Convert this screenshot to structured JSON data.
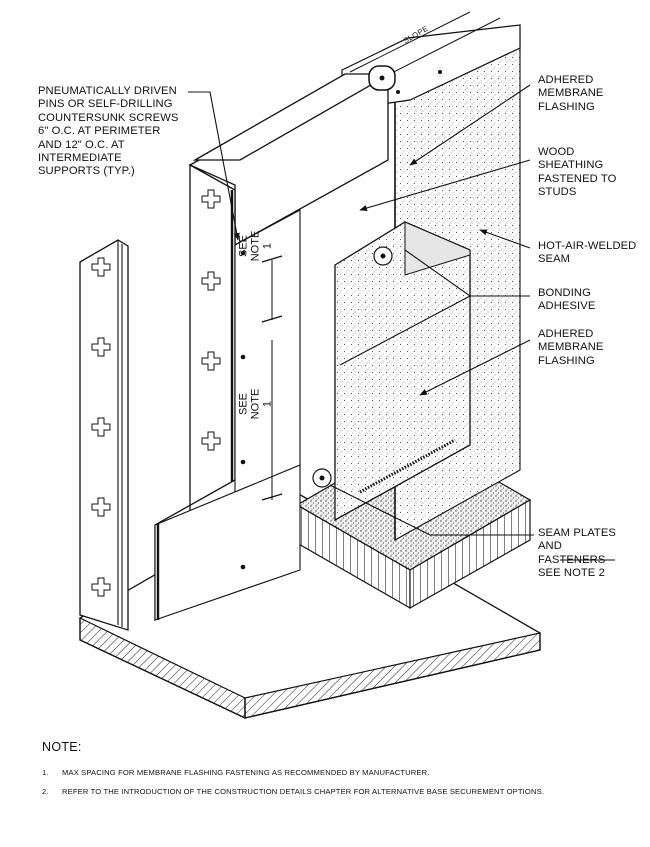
{
  "callouts": {
    "fasteners": "PNEUMATICALLY DRIVEN\nPINS OR SELF-DRILLING\nCOUNTERSUNK SCREWS\n6\" O.C. AT PERIMETER\nAND 12\" O.C. AT\nINTERMEDIATE\nSUPPORTS (TYP.)",
    "adhered_top": "ADHERED\nMEMBRANE\nFLASHING",
    "wood_sheathing": "WOOD\nSHEATHING\nFASTENED TO\nSTUDS",
    "seam": "HOT-AIR-WELDED\nSEAM",
    "bonding": "BONDING\nADHESIVE",
    "adhered_lower": "ADHERED\nMEMBRANE\nFLASHING",
    "seam_plates": "SEAM PLATES\nAND\nFASTENERS\nSEE NOTE 2"
  },
  "dimension_labels": {
    "upper": "SEE\nNOTE\n1",
    "lower": "SEE\nNOTE\n1"
  },
  "slope_label": "SLOPE",
  "notes": {
    "title": "NOTE:",
    "items": [
      {
        "num": "1.",
        "text": "MAX SPACING FOR MEMBRANE FLASHING FASTENING AS RECOMMENDED BY MANUFACTURER."
      },
      {
        "num": "2.",
        "text": "REFER TO THE INTRODUCTION OF THE CONSTRUCTION DETAILS CHAPTER FOR ALTERNATIVE BASE SECUREMENT OPTIONS."
      }
    ]
  }
}
